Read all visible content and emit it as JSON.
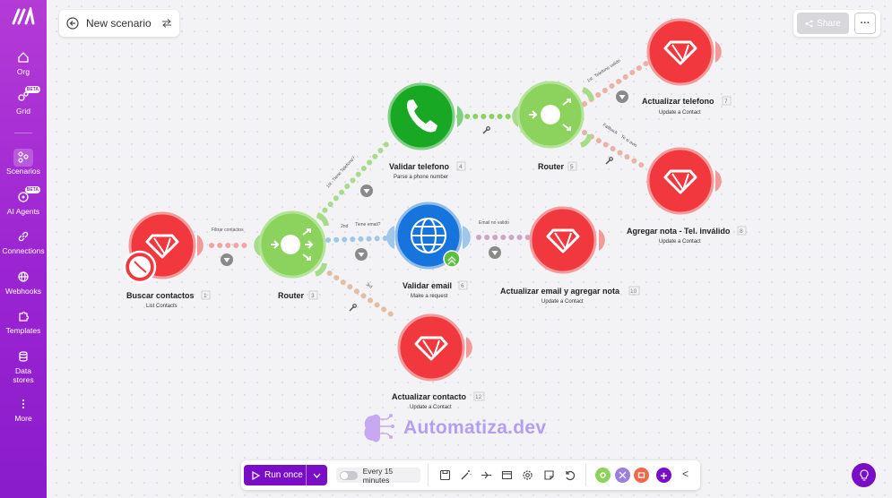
{
  "sidebar": {
    "items": [
      {
        "label": "Org",
        "icon": "home-icon"
      },
      {
        "label": "Grid",
        "icon": "grid-icon",
        "badge": "BETA"
      },
      {
        "label": "Scenarios",
        "icon": "scenarios-icon",
        "active": true
      },
      {
        "label": "AI Agents",
        "icon": "ai-agents-icon",
        "badge": "BETA"
      },
      {
        "label": "Connections",
        "icon": "link-icon"
      },
      {
        "label": "Webhooks",
        "icon": "globe-icon"
      },
      {
        "label": "Templates",
        "icon": "puzzle-icon"
      },
      {
        "label": "Data stores",
        "icon": "database-icon"
      },
      {
        "label": "More",
        "icon": "more-vertical-icon"
      }
    ]
  },
  "header": {
    "scenario_name": "New scenario",
    "share_label": "Share",
    "more_label": "···"
  },
  "modules": [
    {
      "id": "buscar",
      "title": "Buscar contactos",
      "num": "1",
      "sub": "List Contacts",
      "color": "#f0383e",
      "icon": "diamond-icon"
    },
    {
      "id": "router1",
      "title": "Router",
      "num": "3",
      "sub": "",
      "color": "#8bd35c",
      "icon": "router-icon"
    },
    {
      "id": "telefono",
      "title": "Validar telefono",
      "num": "4",
      "sub": "Parse a phone number",
      "color": "#19a824",
      "icon": "phone-icon"
    },
    {
      "id": "email",
      "title": "Validar email",
      "num": "6",
      "sub": "Make a request",
      "color": "#1874dd",
      "icon": "globe-icon"
    },
    {
      "id": "act_contacto",
      "title": "Actualizar contacto",
      "num": "12",
      "sub": "Update a Contact",
      "color": "#f0383e",
      "icon": "diamond-icon"
    },
    {
      "id": "router2",
      "title": "Router",
      "num": "5",
      "sub": "",
      "color": "#8bd35c",
      "icon": "router-icon"
    },
    {
      "id": "act_email",
      "title": "Actualizar email y agregar nota",
      "num": "10",
      "sub": "Update a Contact",
      "color": "#f0383e",
      "icon": "diamond-icon"
    },
    {
      "id": "act_telefono",
      "title": "Actualizar telefono",
      "num": "7",
      "sub": "Update a Contact",
      "color": "#f0383e",
      "icon": "diamond-icon"
    },
    {
      "id": "agregar_nota",
      "title": "Agregar nota - Tel. inválido",
      "num": "8",
      "sub": "Update a Contact",
      "color": "#f0383e",
      "icon": "diamond-icon"
    }
  ],
  "links": {
    "filtrar": "Filtrar contactos",
    "tiene_tel": "Tiene Telefono?",
    "tiene_tel_order": "1st",
    "tiene_email": "Tiene email?",
    "tiene_email_order": "2nd",
    "tercero": "3rd",
    "email_no_valido": "Email no valido",
    "tel_valido": "Telefono valido",
    "tel_valido_order": "1st",
    "fallback": "Fallback",
    "fallback_text": "Te si avis"
  },
  "watermark": "Automatiza.dev",
  "toolbar": {
    "run_label": "Run once",
    "schedule_label": "Every 15 minutes",
    "icons": [
      "save-icon",
      "magic-wand-icon",
      "flow-icon",
      "notes-icon",
      "settings-icon",
      "note-icon",
      "undo-icon"
    ],
    "app_icons": [
      "tools-icon",
      "flow-control-icon",
      "text-parser-icon"
    ],
    "add_label": "+",
    "collapse_label": "<"
  },
  "colors": {
    "brand": "#7a0ec6",
    "sidebar": "#9b24d2",
    "red_module": "#f0383e",
    "green_module": "#8bd35c",
    "phone_module": "#19a824",
    "http_module": "#1874dd"
  }
}
